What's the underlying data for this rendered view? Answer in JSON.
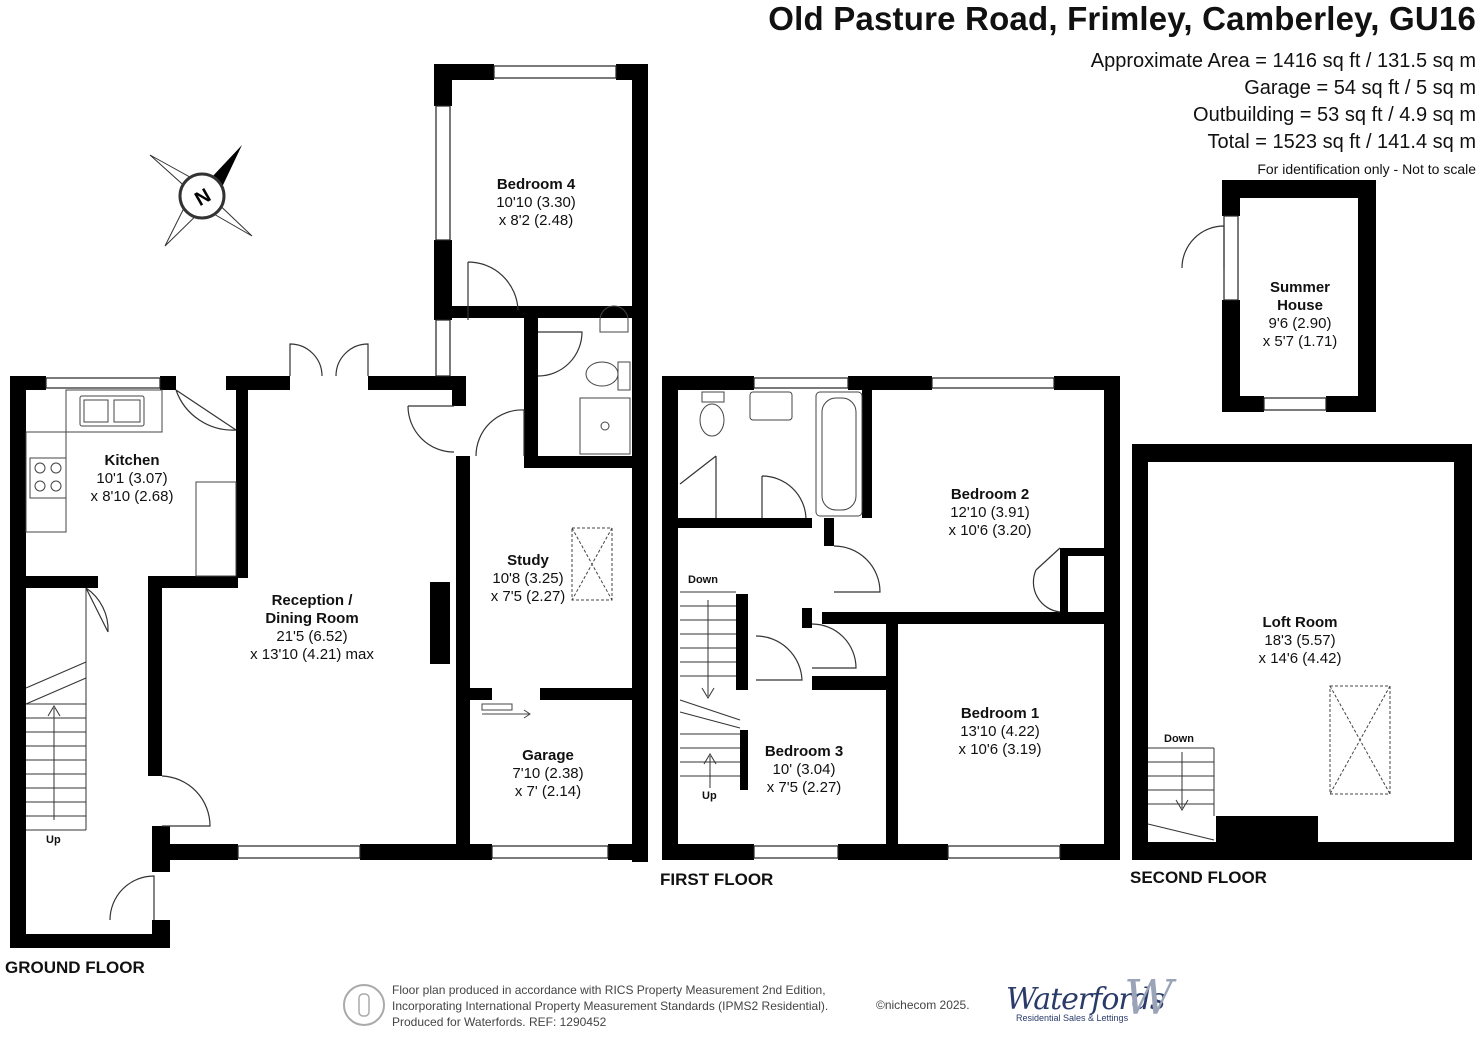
{
  "header": {
    "title": "Old Pasture Road, Frimley, Camberley, GU16",
    "areas": [
      "Approximate Area = 1416 sq ft / 131.5 sq m",
      "Garage = 54 sq ft / 5 sq m",
      "Outbuilding = 53 sq ft / 4.9 sq m",
      "Total = 1523 sq ft / 141.4 sq m"
    ],
    "note": "For identification only - Not to scale"
  },
  "compass": {
    "label": "N"
  },
  "floors": {
    "ground": "GROUND FLOOR",
    "first": "FIRST FLOOR",
    "second": "SECOND FLOOR"
  },
  "rooms": {
    "kitchen": {
      "name": "Kitchen",
      "dim1": "10'1 (3.07)",
      "dim2": "x 8'10 (2.68)"
    },
    "reception": {
      "name1": "Reception /",
      "name2": "Dining Room",
      "dim1": "21'5 (6.52)",
      "dim2": "x 13'10 (4.21) max"
    },
    "bedroom4": {
      "name": "Bedroom 4",
      "dim1": "10'10 (3.30)",
      "dim2": "x 8'2 (2.48)"
    },
    "study": {
      "name": "Study",
      "dim1": "10'8 (3.25)",
      "dim2": "x 7'5 (2.27)"
    },
    "garage": {
      "name": "Garage",
      "dim1": "7'10 (2.38)",
      "dim2": "x 7' (2.14)"
    },
    "bedroom2": {
      "name": "Bedroom 2",
      "dim1": "12'10 (3.91)",
      "dim2": "x 10'6 (3.20)"
    },
    "bedroom1": {
      "name": "Bedroom 1",
      "dim1": "13'10 (4.22)",
      "dim2": "x 10'6 (3.19)"
    },
    "bedroom3": {
      "name": "Bedroom 3",
      "dim1": "10' (3.04)",
      "dim2": "x 7'5 (2.27)"
    },
    "summer": {
      "name1": "Summer",
      "name2": "House",
      "dim1": "9'6 (2.90)",
      "dim2": "x 5'7 (1.71)"
    },
    "loft": {
      "name": "Loft Room",
      "dim1": "18'3 (5.57)",
      "dim2": "x 14'6 (4.42)"
    }
  },
  "stairs": {
    "ground_up": "Up",
    "first_down": "Down",
    "first_up": "Up",
    "second_down": "Down"
  },
  "footer": {
    "line1": "Floor plan produced in accordance with RICS Property Measurement 2nd Edition,",
    "line2": "Incorporating International Property Measurement Standards (IPMS2 Residential).",
    "line3": "Produced for Waterfords.   REF:  1290452",
    "copyright": "©nichecom 2025."
  },
  "logo": {
    "name": "Waterfords",
    "tagline": "Residential Sales & Lettings"
  },
  "colors": {
    "wall": "#000000",
    "fixture": "#444444",
    "brand": "#2a3b6a"
  }
}
